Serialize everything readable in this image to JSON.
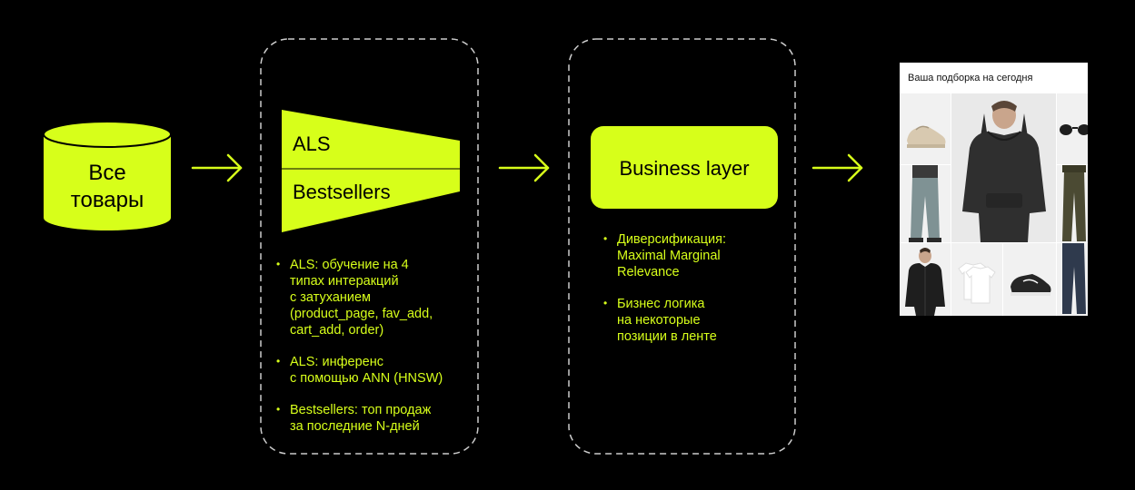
{
  "source_node": {
    "label": "Все\nтовары",
    "line1": "Все",
    "line2": "товары"
  },
  "funnel": {
    "top_label": "ALS",
    "bottom_label": "Bestsellers"
  },
  "als_bullets": [
    "ALS: обучение на 4\nтипах интеракций\nс затуханием\n(product_page, fav_add,\ncart_add, order)",
    "ALS: инференс\nс помощью ANN (HNSW)",
    "Bestsellers: топ продаж\nза последние N-дней"
  ],
  "business_layer": {
    "label": "Business layer"
  },
  "business_bullets": [
    "Диверсификация:\nMaximal Marginal\nRelevance",
    "Бизнес логика\nна некоторые\nпозиции в ленте"
  ],
  "feed_preview": {
    "title": "Ваша подборка на сегодня"
  },
  "colors": {
    "background": "#000000",
    "accent": "#d7ff1a",
    "node_text": "#000000",
    "dashed_border": "#cccccc",
    "card_background": "#ffffff"
  }
}
